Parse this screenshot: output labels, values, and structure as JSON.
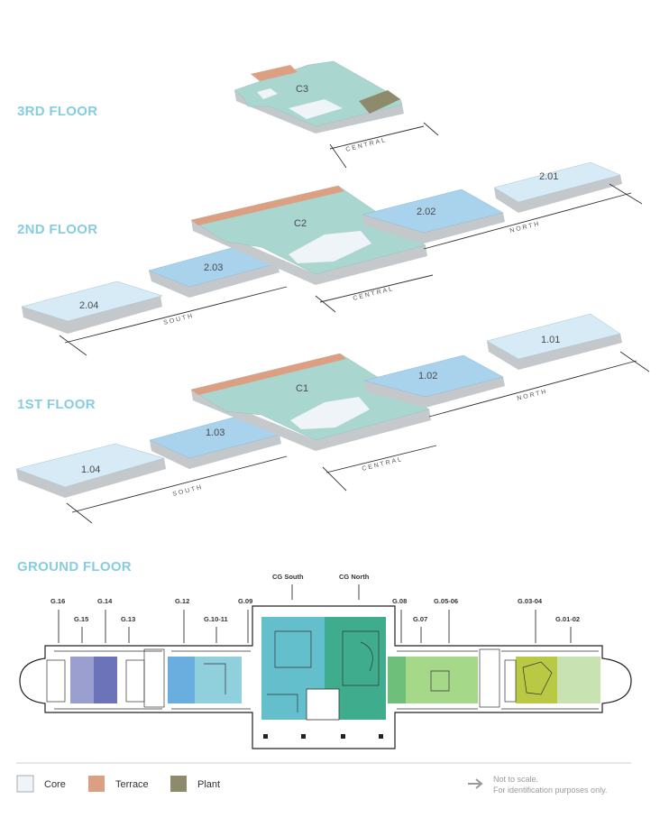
{
  "floors": {
    "third": {
      "title": "3RD FLOOR",
      "units": [
        "C3"
      ],
      "wings": [
        "CENTRAL"
      ]
    },
    "second": {
      "title": "2ND FLOOR",
      "units": [
        "C2",
        "2.01",
        "2.02",
        "2.03",
        "2.04"
      ],
      "wings": [
        "CENTRAL",
        "NORTH",
        "SOUTH"
      ]
    },
    "first": {
      "title": "1ST FLOOR",
      "units": [
        "C1",
        "1.01",
        "1.02",
        "1.03",
        "1.04"
      ],
      "wings": [
        "CENTRAL",
        "NORTH",
        "SOUTH"
      ]
    },
    "ground": {
      "title": "GROUND FLOOR",
      "labels": [
        "CG South",
        "CG North",
        "G.16",
        "G.15",
        "G.14",
        "G.13",
        "G.12",
        "G.10-11",
        "G.09",
        "G.08",
        "G.07",
        "G.05-06",
        "G.03-04",
        "G.01-02"
      ]
    }
  },
  "legend": [
    {
      "label": "Core",
      "color": "#eef4f7"
    },
    {
      "label": "Terrace",
      "color": "#dd9f82"
    },
    {
      "label": "Plant",
      "color": "#8e8a6c"
    }
  ],
  "note": {
    "line1": "Not to scale.",
    "line2": "For identification purposes only."
  },
  "colors": {
    "central_top": "#a9d7cf",
    "central_side": "#c5c9cc",
    "inner_wing_top": "#a9d2ec",
    "outer_wing_top": "#d7ebf6",
    "side": "#c4c8cb",
    "terrace": "#dd9f82",
    "plant": "#8e8a6c",
    "title": "#86cde0"
  }
}
